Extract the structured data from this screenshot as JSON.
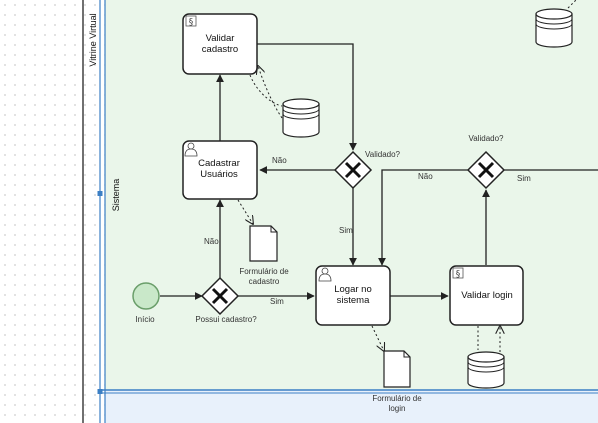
{
  "diagram": {
    "lanes": {
      "top": "Vitrine Virtual",
      "main": "Sistema"
    },
    "tasks": {
      "validar_cadastro": [
        "Validar",
        "cadastro"
      ],
      "cadastrar_usuarios": [
        "Cadastrar",
        "Usuários"
      ],
      "logar_sistema": [
        "Logar no",
        "sistema"
      ],
      "validar_login": "Validar login"
    },
    "gateways": {
      "possui_cadastro": "Possui cadastro?",
      "validado_1": "Validado?",
      "validado_2": "Validado?"
    },
    "events": {
      "inicio": "Início"
    },
    "flow_labels": {
      "nao_1": "Não",
      "sim_1": "Sim",
      "nao_2": "Não",
      "sim_2": "Sim",
      "nao_3": "Não",
      "sim_3": "Sim"
    },
    "documents": {
      "formulario_cadastro": [
        "Formulário de",
        "cadastro"
      ],
      "formulario_login": [
        "Formulário de",
        "login"
      ]
    },
    "colors": {
      "lane_fill": "#eaf6ea",
      "lane_bottom_fill": "#e8f1fb",
      "start_event_fill": "#c9e8c9",
      "start_event_stroke": "#6a9e6a",
      "lane_border": "#3b7fc4"
    },
    "icons": {
      "service_task": "gear-icon",
      "user_task": "user-icon",
      "gateway": "exclusive-x-icon",
      "data_store": "database-icon",
      "data_object": "document-icon"
    }
  }
}
